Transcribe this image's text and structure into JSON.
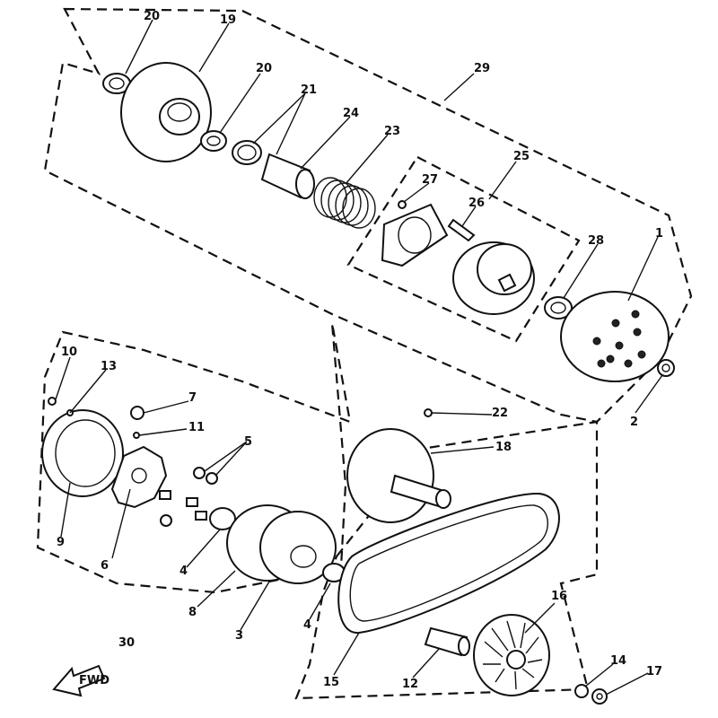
{
  "callouts": {
    "c1": "1",
    "c2": "2",
    "c3": "3",
    "c4a": "4",
    "c4b": "4",
    "c5": "5",
    "c6": "6",
    "c7": "7",
    "c8": "8",
    "c9": "9",
    "c10": "10",
    "c11": "11",
    "c12": "12",
    "c13": "13",
    "c14": "14",
    "c15": "15",
    "c16": "16",
    "c17": "17",
    "c18": "18",
    "c19": "19",
    "c20a": "20",
    "c20b": "20",
    "c21": "21",
    "c22": "22",
    "c23": "23",
    "c24": "24",
    "c25": "25",
    "c26": "26",
    "c27": "27",
    "c28": "28",
    "c29": "29",
    "c30": "30"
  },
  "front_arrow": {
    "label": "FWD",
    "icon": "front-arrow-icon"
  }
}
